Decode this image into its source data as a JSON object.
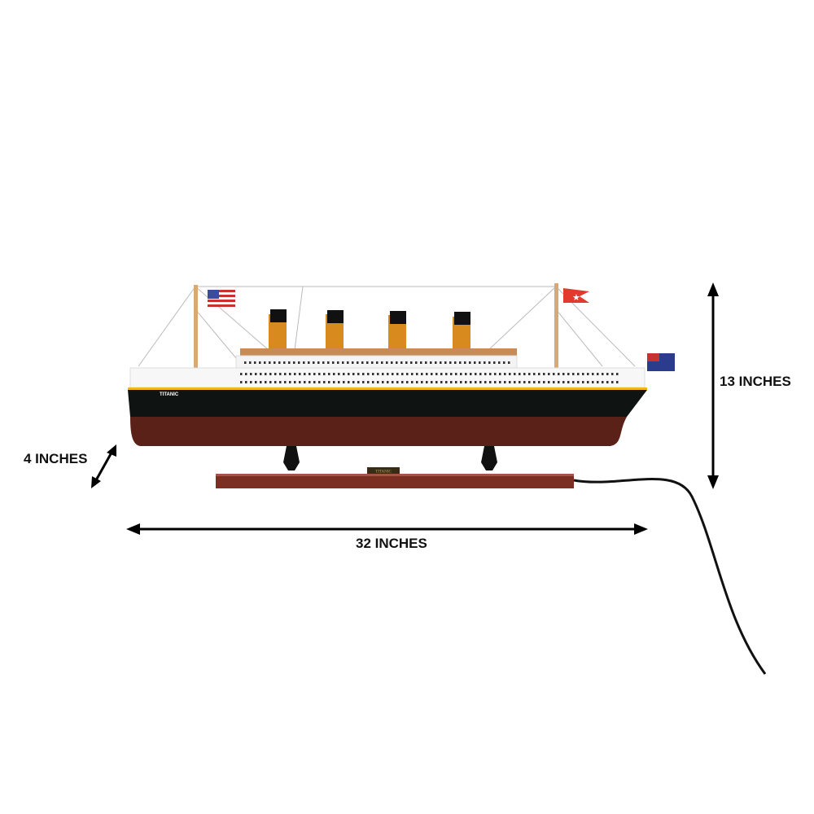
{
  "product": {
    "hull_name": "TITANIC",
    "plaque_text": "TITANIC",
    "colors": {
      "hull_black": "#0f1412",
      "hull_red": "#5a2118",
      "stripe": "#f2b51c",
      "base": "#7a2f22",
      "funnel": "#d98a1e"
    }
  },
  "dimensions": {
    "depth": "4 INCHES",
    "height": "13 INCHES",
    "width": "32 INCHES"
  }
}
